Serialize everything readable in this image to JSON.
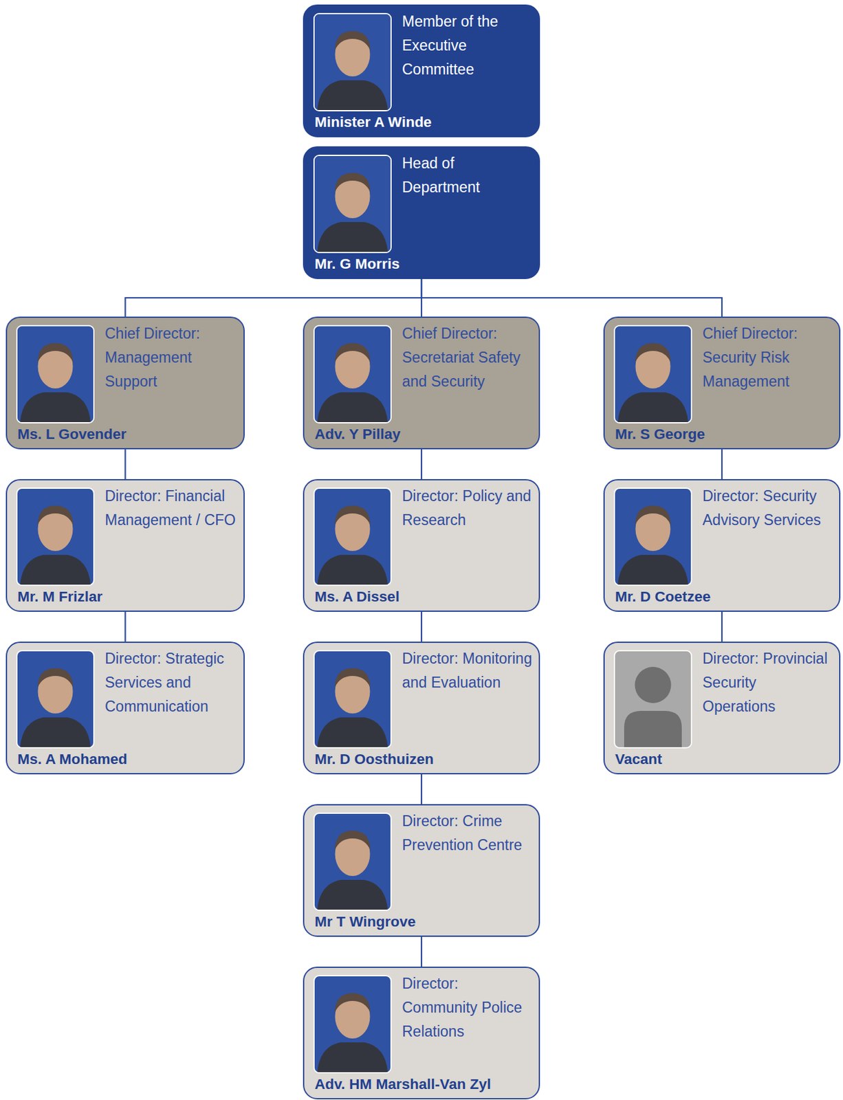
{
  "diagram": {
    "nodes": [
      {
        "text": [
          "Member of the Executive Committee",
          "Minister A Winde"
        ]
      },
      {
        "text": [
          "Head of Department",
          "Mr. G Morris"
        ]
      },
      {
        "text": [
          "Chief Director: Management Support",
          "Ms. L Govender"
        ]
      },
      {
        "text": [
          "Chief Director: Secretariat Safety and Security",
          "Adv. Y Pillay"
        ]
      },
      {
        "text": [
          "Chief Director: Security Risk Management",
          "Mr. S George"
        ]
      },
      {
        "text": [
          "Director: Financial Management / CFO",
          "Mr. M Frizlar"
        ]
      },
      {
        "text": [
          "Director: Policy and Research",
          "Ms. A Dissel"
        ]
      },
      {
        "text": [
          "Director: Security Advisory Services",
          "Mr. D Coetzee"
        ]
      },
      {
        "text": [
          "Director: Strategic Services and Communication",
          "Ms. A Mohamed"
        ]
      },
      {
        "text": [
          "Director: Monitoring and Evaluation",
          "Mr. D Oosthuizen"
        ]
      },
      {
        "text": [
          "Director: Provincial Security Operations",
          "Vacant"
        ]
      },
      {
        "text": [
          "Director: Crime Prevention Centre",
          "Mr T Wingrove"
        ]
      },
      {
        "text": [
          "Director: Community Police Relations",
          "Adv. HM Marshall-Van Zyl"
        ]
      }
    ],
    "edges": [
      {
        "from": 1,
        "to": 2,
        "arrow": "none"
      },
      {
        "from": 1,
        "to": 3,
        "arrow": "none"
      },
      {
        "from": 1,
        "to": 4,
        "arrow": "none"
      },
      {
        "from": 2,
        "to": 5,
        "arrow": "none"
      },
      {
        "from": 5,
        "to": 8,
        "arrow": "none"
      },
      {
        "from": 3,
        "to": 6,
        "arrow": "none"
      },
      {
        "from": 6,
        "to": 9,
        "arrow": "none"
      },
      {
        "from": 9,
        "to": 11,
        "arrow": "none"
      },
      {
        "from": 11,
        "to": 12,
        "arrow": "none"
      },
      {
        "from": 4,
        "to": 7,
        "arrow": "none"
      },
      {
        "from": 7,
        "to": 10,
        "arrow": "none"
      }
    ]
  }
}
